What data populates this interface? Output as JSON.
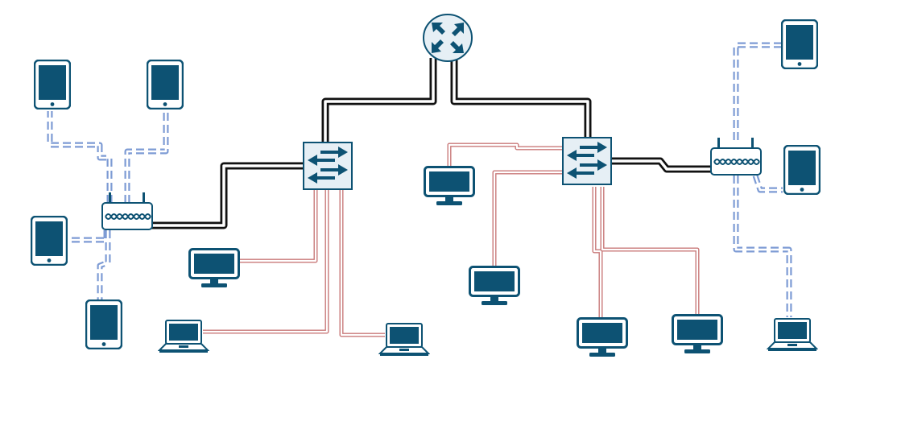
{
  "colors": {
    "device": "#0d5273",
    "device_light": "#cfe0ea",
    "router_fill": "#e6eff5",
    "switch_fill": "#e6eff5",
    "trunk": "#111111",
    "ethernet": "#c97a7a",
    "wireless": "#7d9bd4",
    "background": "#ffffff"
  },
  "nodes": [
    {
      "id": "core-router",
      "kind": "router",
      "icon": "router-icon"
    },
    {
      "id": "switch-left",
      "kind": "switch",
      "icon": "switch-icon"
    },
    {
      "id": "switch-right",
      "kind": "switch",
      "icon": "switch-icon"
    },
    {
      "id": "wifi-ap-left",
      "kind": "wireless-ap",
      "icon": "wireless-router-icon"
    },
    {
      "id": "wifi-ap-right",
      "kind": "wireless-ap",
      "icon": "wireless-router-icon"
    },
    {
      "id": "tablet-l1",
      "kind": "tablet",
      "icon": "tablet-icon"
    },
    {
      "id": "tablet-l2",
      "kind": "tablet",
      "icon": "tablet-icon"
    },
    {
      "id": "tablet-l3",
      "kind": "tablet",
      "icon": "tablet-icon"
    },
    {
      "id": "tablet-l4",
      "kind": "tablet",
      "icon": "tablet-icon"
    },
    {
      "id": "tablet-r1",
      "kind": "tablet",
      "icon": "tablet-icon"
    },
    {
      "id": "tablet-r2",
      "kind": "tablet",
      "icon": "tablet-icon"
    },
    {
      "id": "laptop-r",
      "kind": "laptop",
      "icon": "laptop-icon"
    },
    {
      "id": "monitor-1",
      "kind": "desktop",
      "icon": "monitor-icon"
    },
    {
      "id": "laptop-1",
      "kind": "laptop",
      "icon": "laptop-icon"
    },
    {
      "id": "laptop-2",
      "kind": "laptop",
      "icon": "laptop-icon"
    },
    {
      "id": "monitor-2",
      "kind": "desktop",
      "icon": "monitor-icon"
    },
    {
      "id": "monitor-3",
      "kind": "desktop",
      "icon": "monitor-icon"
    },
    {
      "id": "monitor-4",
      "kind": "desktop",
      "icon": "monitor-icon"
    },
    {
      "id": "monitor-5",
      "kind": "desktop",
      "icon": "monitor-icon"
    }
  ],
  "links": [
    {
      "from": "core-router",
      "to": "switch-left",
      "medium": "trunk"
    },
    {
      "from": "core-router",
      "to": "switch-right",
      "medium": "trunk"
    },
    {
      "from": "switch-left",
      "to": "wifi-ap-left",
      "medium": "trunk"
    },
    {
      "from": "switch-right",
      "to": "wifi-ap-right",
      "medium": "trunk"
    },
    {
      "from": "wifi-ap-left",
      "to": "tablet-l1",
      "medium": "wireless"
    },
    {
      "from": "wifi-ap-left",
      "to": "tablet-l2",
      "medium": "wireless"
    },
    {
      "from": "wifi-ap-left",
      "to": "tablet-l3",
      "medium": "wireless"
    },
    {
      "from": "wifi-ap-left",
      "to": "tablet-l4",
      "medium": "wireless"
    },
    {
      "from": "wifi-ap-right",
      "to": "tablet-r1",
      "medium": "wireless"
    },
    {
      "from": "wifi-ap-right",
      "to": "tablet-r2",
      "medium": "wireless"
    },
    {
      "from": "wifi-ap-right",
      "to": "laptop-r",
      "medium": "wireless"
    },
    {
      "from": "switch-left",
      "to": "monitor-1",
      "medium": "ethernet"
    },
    {
      "from": "switch-left",
      "to": "laptop-1",
      "medium": "ethernet"
    },
    {
      "from": "switch-left",
      "to": "laptop-2",
      "medium": "ethernet"
    },
    {
      "from": "switch-right",
      "to": "monitor-2",
      "medium": "ethernet"
    },
    {
      "from": "switch-right",
      "to": "monitor-3",
      "medium": "ethernet"
    },
    {
      "from": "switch-right",
      "to": "monitor-4",
      "medium": "ethernet"
    },
    {
      "from": "switch-right",
      "to": "monitor-5",
      "medium": "ethernet"
    }
  ]
}
